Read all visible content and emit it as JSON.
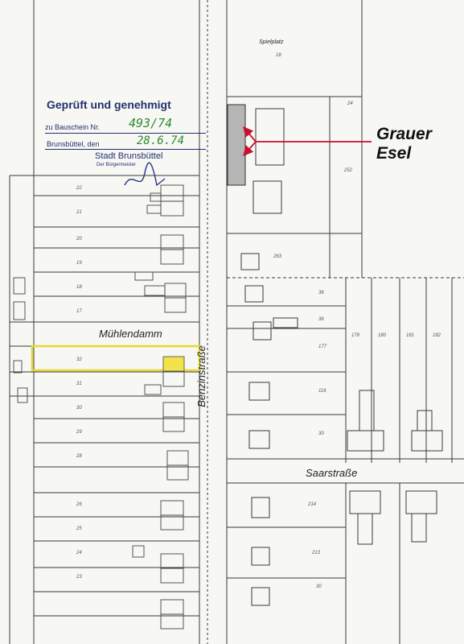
{
  "stamp": {
    "title": "Geprüft und genehmigt",
    "bauschein_label": "zu Bauschein Nr.",
    "bauschein_nr": "493/74",
    "place_label": "Brunsbüttel, den",
    "date": "28.6.74",
    "authority": "Stadt Brunsbüttel",
    "authority_sub": "Der Bürgermeister"
  },
  "annotation": {
    "line1": "Grauer",
    "line2": "Esel",
    "arrow_color": "#c8102e"
  },
  "streets": {
    "muehlendamm": "Mühlendamm",
    "benzinstrasse": "Benzinstraße",
    "saarstrasse": "Saarstraße"
  },
  "places": {
    "spielplatz": "Spielplatz"
  },
  "colors": {
    "highlight": "#f2e34a",
    "building_gray": "#b5b5b5",
    "stamp_blue": "#23306e",
    "ink": "#3a3a3a"
  }
}
